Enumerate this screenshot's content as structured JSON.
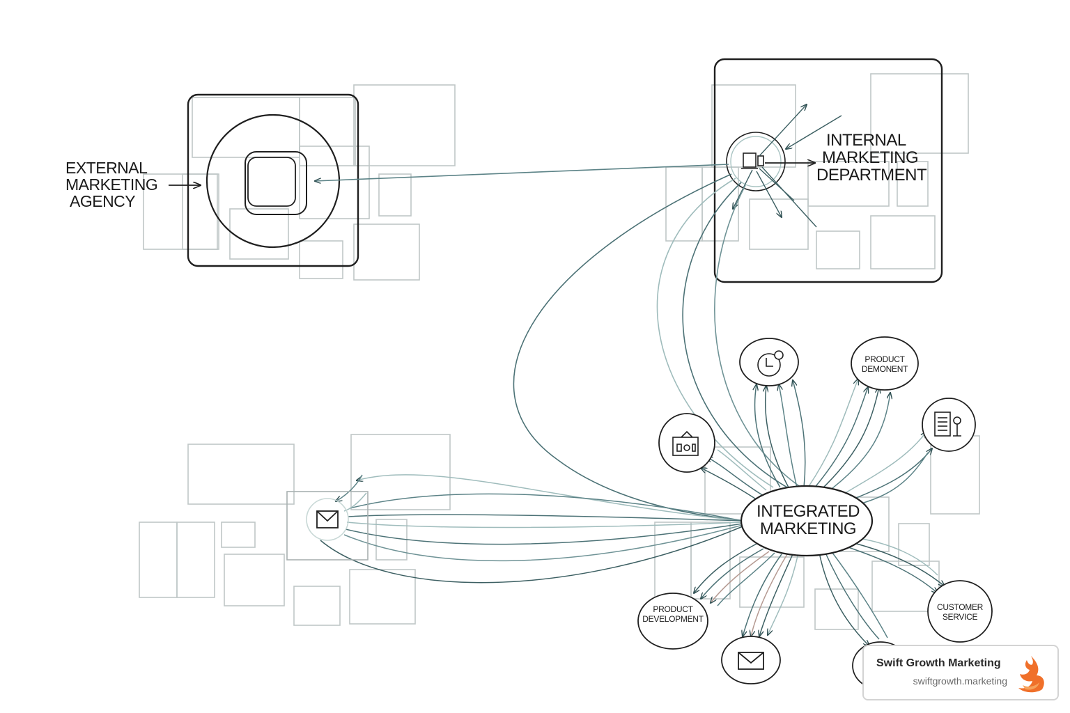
{
  "labels": {
    "external": [
      "EXTERNAL",
      "MARKETING",
      "AGENCY"
    ],
    "internal": [
      "INTERNAL",
      "MARKETING",
      "DEPARTMENT"
    ],
    "integrated": [
      "INTEGRATED",
      "MARKETING"
    ],
    "product_demo": [
      "PRODUCT",
      "DEMONENT"
    ],
    "product_dev": [
      "PRODUCT",
      "DEVELOPMENT"
    ],
    "customer_service": [
      "CUSTOMER",
      "SERVICE"
    ]
  },
  "watermark": {
    "name": "Swift Growth Marketing",
    "url": "swiftgrowth.marketing"
  },
  "colors": {
    "ink": "#1f1f1f",
    "flow_teal": "#4c7276",
    "flow_light": "#9fbcbc",
    "box_gray": "#bfc7c7",
    "logo_orange": "#f0702a"
  },
  "icons": {
    "email": "envelope-icon",
    "clock": "clock-icon",
    "calendar": "calendar-icon",
    "document": "document-icon",
    "computer": "computer-icon",
    "logo": "fox-logo-icon"
  }
}
